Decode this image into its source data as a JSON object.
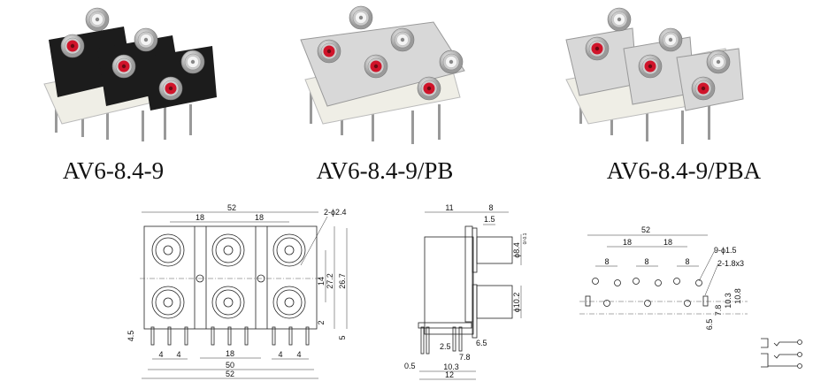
{
  "products": [
    {
      "name": "AV6-8.4-9",
      "finish": "black"
    },
    {
      "name": "AV6-8.4-9/PB",
      "finish": "nickel"
    },
    {
      "name": "AV6-8.4-9/PBA",
      "finish": "nickel-segmented"
    }
  ],
  "colors": {
    "red_insert": "#d0142a",
    "white_insert": "#f2f2f2",
    "black_body": "#1c1c1c",
    "nickel": "#d8d8d8",
    "base": "#efeee6"
  },
  "front_view": {
    "overall_width_top": "52",
    "pitch_1": "18",
    "pitch_2": "18",
    "hole_callout": "2-ϕ2.4",
    "row_pitch": "14",
    "height_1": "27.2",
    "height_2": "26.7",
    "offset": "2",
    "pin_len_right": "5",
    "pin_len_left": "4.5",
    "pin_pitch": [
      "4",
      "4",
      "4",
      "4"
    ],
    "center_pitch": "18",
    "pin_span": "50",
    "overall_width_bottom": "52"
  },
  "side_view": {
    "depth": "11",
    "protrusion": "8",
    "flange": "1.5",
    "dia_top": "ϕ8.4",
    "dia_top_tol": "0/-0.1",
    "dia_bottom": "ϕ10.2",
    "d1": "2.5",
    "d2": "6.5",
    "d3": "7.8",
    "d4": "0.5",
    "d5": "10.3",
    "d6": "12"
  },
  "footprint": {
    "width": "52",
    "pitch_1": "18",
    "pitch_2": "18",
    "pin_pitch": [
      "8",
      "8",
      "8"
    ],
    "hole_callout": "9-ϕ1.5",
    "slot_callout": "2-1.8x3",
    "h1": "10.3",
    "h2": "10.8",
    "h3": "7.8",
    "h4": "6.5"
  }
}
